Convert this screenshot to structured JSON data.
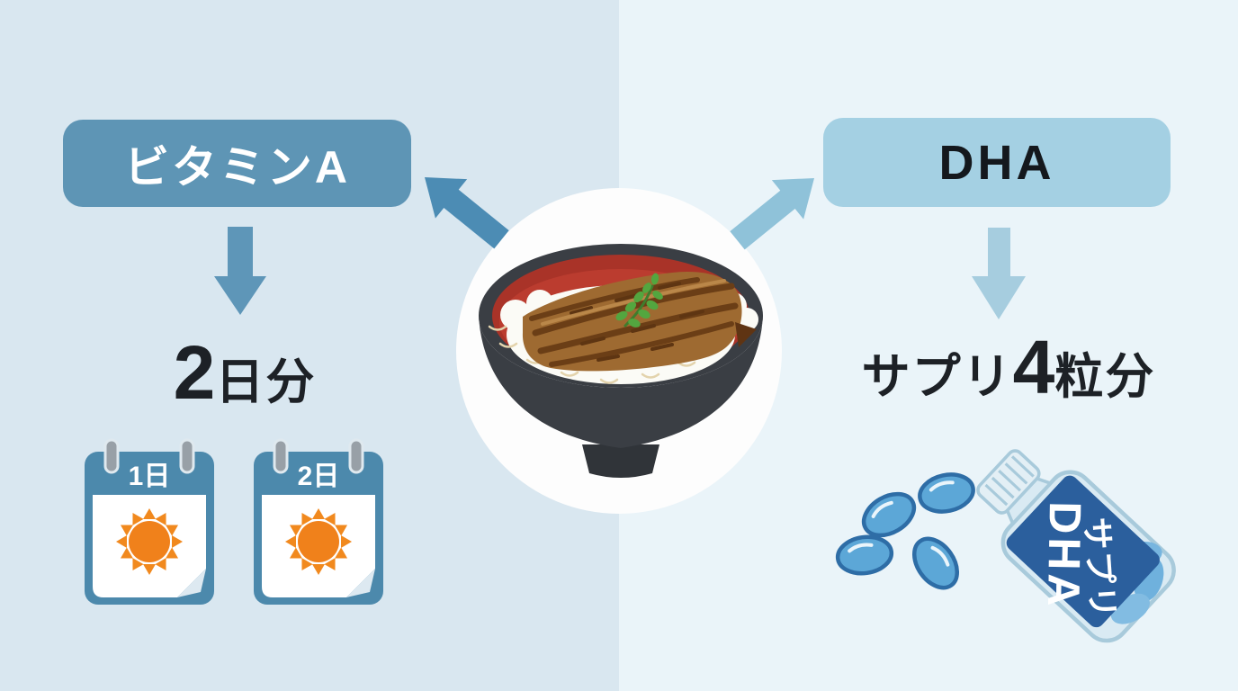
{
  "infographic": {
    "title_semantic": "unagi-nutrition-comparison",
    "left_panel": {
      "nutrient_label": "ビタミンA",
      "amount_number": "2",
      "amount_unit": "日分",
      "calendars": [
        {
          "day_label": "1日"
        },
        {
          "day_label": "2日"
        }
      ]
    },
    "right_panel": {
      "nutrient_label": "DHA",
      "amount_prefix": "サプリ",
      "amount_number": "4",
      "amount_unit": "粒分",
      "bottle_label_line1": "DHA",
      "bottle_label_line2": "サプリ",
      "capsule_count": 4
    },
    "center": {
      "illustration": "unagi-donburi-bowl"
    },
    "colors": {
      "left_background": "#D9E7F0",
      "right_background": "#EAF4F9",
      "vitamin_box": "#5E95B5",
      "dha_box": "#A4D0E3",
      "arrow_dark_blue": "#4C8CB4",
      "arrow_mid_blue": "#5E96B8",
      "arrow_light_blue": "#8FC2D9",
      "arrow_pale_blue": "#A6CDDF",
      "calendar_blue": "#4C89AC",
      "sun_orange": "#F0811B",
      "capsule_blue": "#5CA7D7",
      "bottle_label_blue": "#2B5F9D",
      "bowl_dark": "#3A3E44",
      "bowl_red": "#B03528",
      "eel_brown": "#9E6A31",
      "leaf_green": "#53A63F",
      "text_dark": "#1D2126"
    }
  }
}
